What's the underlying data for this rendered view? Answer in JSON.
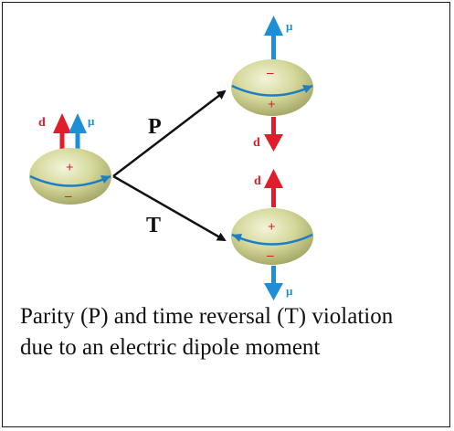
{
  "labels": {
    "d": "d",
    "mu": "μ",
    "plus": "+",
    "minus": "–",
    "parity": "P",
    "time_reversal": "T"
  },
  "caption": "Parity (P) and time reversal (T) violation due to an electric dipole moment",
  "colors": {
    "dipole_arrow": "#e01e2b",
    "magnetic_arrow": "#1e8fd6",
    "sphere_fill": "#d9dc9e",
    "spin_band": "#1c7fc4",
    "mapping_arrow": "#111111"
  }
}
